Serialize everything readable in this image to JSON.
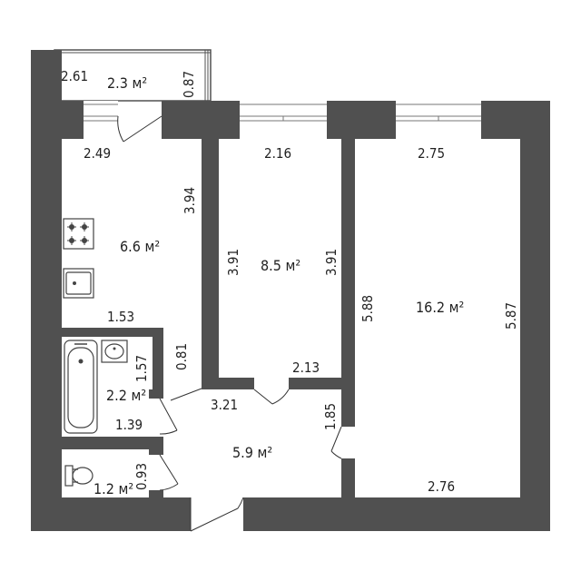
{
  "colors": {
    "wall": "#505050",
    "background": "#ffffff",
    "text": "#222222",
    "fixture": "#444444"
  },
  "rooms": {
    "balcony": {
      "area": "2.3 м²",
      "width": "2.61",
      "depth": "0.87"
    },
    "kitchen": {
      "area": "6.6 м²",
      "width_top": "2.49",
      "length": "3.94",
      "width_bottom": "1.53"
    },
    "bedroom": {
      "area": "8.5 м²",
      "width_top": "2.16",
      "length_left": "3.91",
      "length_right": "3.91",
      "width_bottom": "2.13"
    },
    "living": {
      "area": "16.2 м²",
      "width_top": "2.75",
      "length_left": "5.88",
      "length_right": "5.87",
      "width_bottom": "2.76"
    },
    "bathroom": {
      "area": "2.2 м²",
      "length": "1.57",
      "width": "1.39"
    },
    "toilet": {
      "area": "1.2 м²",
      "width": "0.93"
    },
    "hallway": {
      "area": "5.9 м²",
      "width": "3.21",
      "length": "1.85",
      "passage": "0.81"
    }
  }
}
